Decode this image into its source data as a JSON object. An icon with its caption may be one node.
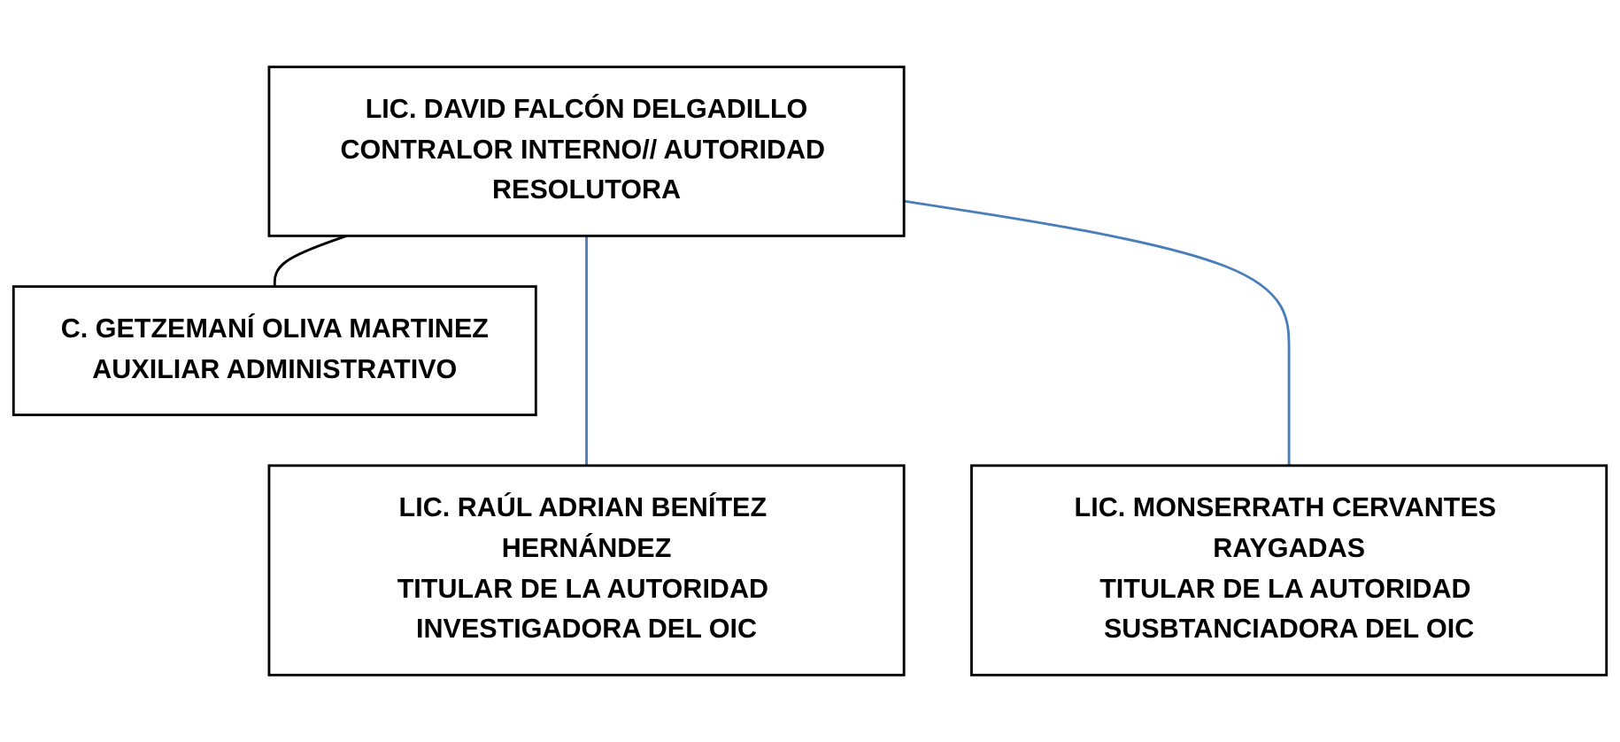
{
  "diagram": {
    "nodes": [
      {
        "text": [
          "LIC. DAVID FALCÓN DELGADILLO",
          "CONTRALOR INTERNO// AUTORIDAD RESOLUTORA"
        ]
      },
      {
        "text": [
          "C. GETZEMANÍ OLIVA MARTINEZ",
          "AUXILIAR ADMINISTRATIVO"
        ]
      },
      {
        "text": [
          "LIC. RAÚL ADRIAN BENÍTEZ HERNÁNDEZ",
          "TITULAR DE LA AUTORIDAD INVESTIGADORA DEL OIC"
        ]
      },
      {
        "text": [
          "LIC. MONSERRATH CERVANTES RAYGADAS",
          "TITULAR DE LA AUTORIDAD SUSBTANCIADORA DEL OIC"
        ]
      }
    ],
    "edges": [
      {
        "from": 0,
        "to": 1,
        "arrow": "none",
        "color": "#000000"
      },
      {
        "from": 0,
        "to": 2,
        "arrow": "none"
      },
      {
        "from": 0,
        "to": 3,
        "arrow": "none"
      }
    ]
  }
}
